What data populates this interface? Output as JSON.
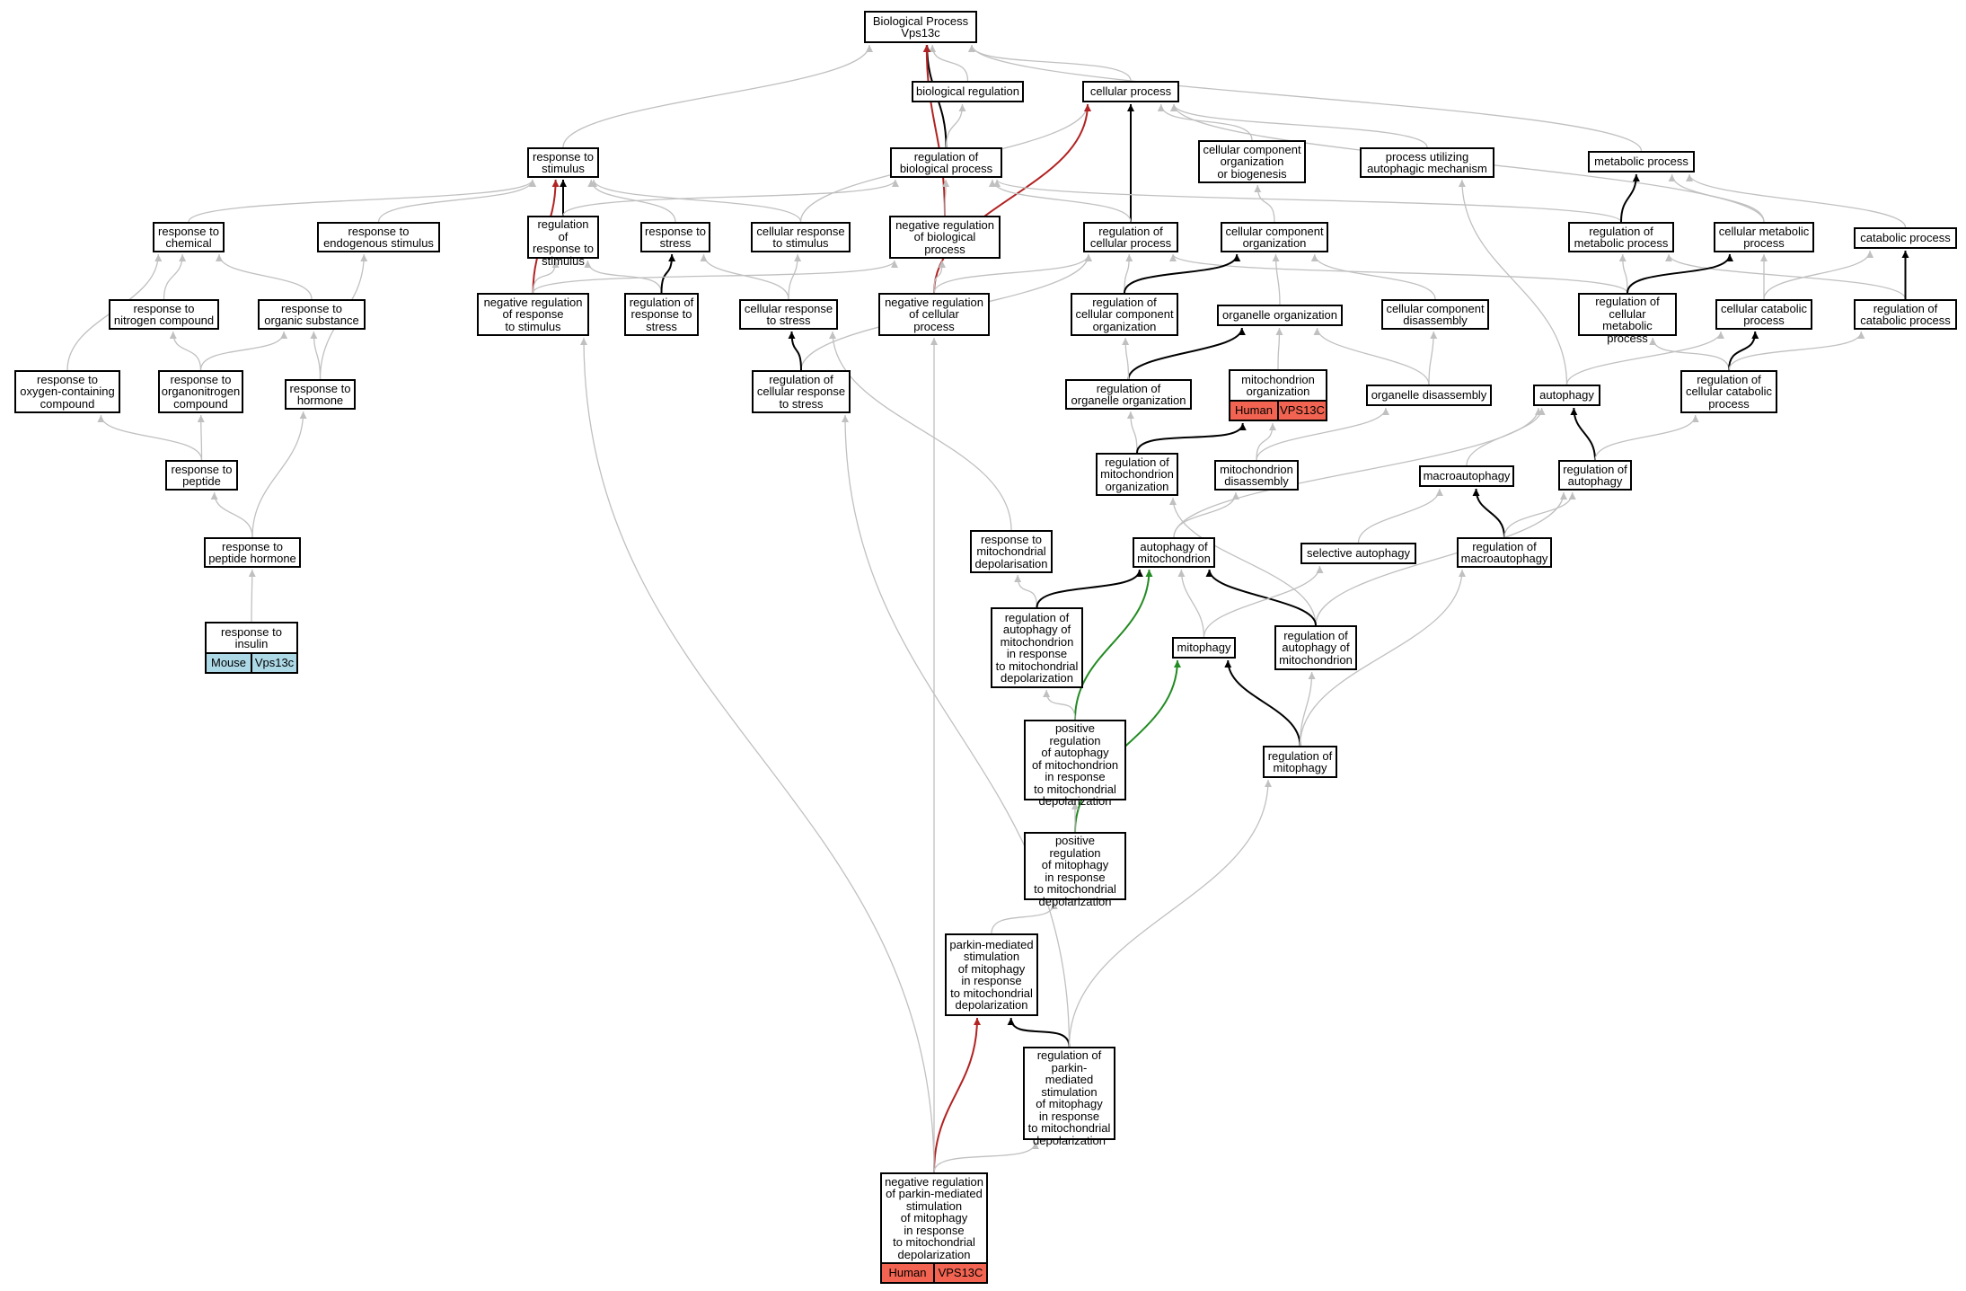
{
  "colors": {
    "gray": "#c0c0c0",
    "black": "#000000",
    "red": "#b22222",
    "green": "#228b22",
    "human": "#f26451",
    "mouse": "#add8e6"
  },
  "nodes": [
    {
      "id": "bp",
      "label": "Biological Process\nVps13c"
    },
    {
      "id": "bioreg",
      "label": "biological regulation"
    },
    {
      "id": "cellproc",
      "label": "cellular process"
    },
    {
      "id": "respstim",
      "label": "response to\nstimulus"
    },
    {
      "id": "regbio",
      "label": "regulation of\nbiological process"
    },
    {
      "id": "ccob",
      "label": "cellular component\norganization\nor biogenesis"
    },
    {
      "id": "puam",
      "label": "process utilizing\nautophagic mechanism"
    },
    {
      "id": "metab",
      "label": "metabolic process"
    },
    {
      "id": "respchem",
      "label": "response to\nchemical"
    },
    {
      "id": "respendo",
      "label": "response to\nendogenous stimulus"
    },
    {
      "id": "regresp",
      "label": "regulation of\nresponse to\nstimulus"
    },
    {
      "id": "respstress",
      "label": "response to\nstress"
    },
    {
      "id": "cellrespstim",
      "label": "cellular response\nto stimulus"
    },
    {
      "id": "negregbio",
      "label": "negative regulation\nof biological\nprocess"
    },
    {
      "id": "regcell",
      "label": "regulation of\ncellular process"
    },
    {
      "id": "cco",
      "label": "cellular component\norganization"
    },
    {
      "id": "regmetab",
      "label": "regulation of\nmetabolic process"
    },
    {
      "id": "cellmetab",
      "label": "cellular metabolic\nprocess"
    },
    {
      "id": "catab",
      "label": "catabolic process"
    },
    {
      "id": "respnitro",
      "label": "response to\nnitrogen compound"
    },
    {
      "id": "resporg",
      "label": "response to\norganic substance"
    },
    {
      "id": "negregresp",
      "label": "negative regulation\nof response\nto stimulus"
    },
    {
      "id": "regstress",
      "label": "regulation of\nresponse to\nstress"
    },
    {
      "id": "cellstress",
      "label": "cellular response\nto stress"
    },
    {
      "id": "negregcell",
      "label": "negative regulation\nof cellular\nprocess"
    },
    {
      "id": "regcco",
      "label": "regulation of\ncellular component\norganization"
    },
    {
      "id": "orgorg",
      "label": "organelle organization"
    },
    {
      "id": "ccd",
      "label": "cellular component\ndisassembly"
    },
    {
      "id": "regcellmetab",
      "label": "regulation of\ncellular metabolic\nprocess"
    },
    {
      "id": "cellcatab",
      "label": "cellular catabolic\nprocess"
    },
    {
      "id": "regcatab",
      "label": "regulation of\ncatabolic process"
    },
    {
      "id": "respoxy",
      "label": "response to\noxygen-containing\ncompound"
    },
    {
      "id": "resporgnitro",
      "label": "response to\norganonitrogen\ncompound"
    },
    {
      "id": "resphorm",
      "label": "response to\nhormone"
    },
    {
      "id": "regcellstress",
      "label": "regulation of\ncellular response\nto stress"
    },
    {
      "id": "regorgorg",
      "label": "regulation of\norganelle organization"
    },
    {
      "id": "mitoorg",
      "label": "mitochondrion\norganization",
      "ann": [
        "Human",
        "VPS13C"
      ],
      "annColor": "human"
    },
    {
      "id": "orgdis",
      "label": "organelle disassembly"
    },
    {
      "id": "autoph",
      "label": "autophagy"
    },
    {
      "id": "regcellcatab",
      "label": "regulation of\ncellular catabolic\nprocess"
    },
    {
      "id": "resppep",
      "label": "response to\npeptide"
    },
    {
      "id": "regmitoorg",
      "label": "regulation of\nmitochondrion\norganization"
    },
    {
      "id": "mitodis",
      "label": "mitochondrion\ndisassembly"
    },
    {
      "id": "macro",
      "label": "macroautophagy"
    },
    {
      "id": "regautoph",
      "label": "regulation of\nautophagy"
    },
    {
      "id": "resppephorm",
      "label": "response to\npeptide hormone"
    },
    {
      "id": "respmitodep",
      "label": "response to\nmitochondrial\ndepolarisation"
    },
    {
      "id": "automito",
      "label": "autophagy of\nmitochondrion"
    },
    {
      "id": "selauto",
      "label": "selective autophagy"
    },
    {
      "id": "regmacro",
      "label": "regulation of\nmacroautophagy"
    },
    {
      "id": "respins",
      "label": "response to\ninsulin",
      "ann": [
        "Mouse",
        "Vps13c"
      ],
      "annColor": "mouse"
    },
    {
      "id": "regautomitodep",
      "label": "regulation of\nautophagy of\nmitochondrion\nin response\nto mitochondrial\ndepolarization"
    },
    {
      "id": "mitoph",
      "label": "mitophagy"
    },
    {
      "id": "regautomito",
      "label": "regulation of\nautophagy of\nmitochondrion"
    },
    {
      "id": "posregautomito",
      "label": "positive regulation\nof autophagy\nof mitochondrion\nin response\nto mitochondrial\ndepolarization"
    },
    {
      "id": "regmitoph",
      "label": "regulation of\nmitophagy"
    },
    {
      "id": "posregmitoph",
      "label": "positive regulation\nof mitophagy\nin response\nto mitochondrial\ndepolarization"
    },
    {
      "id": "parkin",
      "label": "parkin-mediated\nstimulation\nof mitophagy\nin response\nto mitochondrial\ndepolarization"
    },
    {
      "id": "regparkin",
      "label": "regulation of\nparkin-mediated\nstimulation\nof mitophagy\nin response\nto mitochondrial\ndepolarization"
    },
    {
      "id": "negregparkin",
      "label": "negative regulation\nof parkin-mediated\nstimulation\nof mitophagy\nin response\nto mitochondrial\ndepolarization",
      "ann": [
        "Human",
        "VPS13C"
      ],
      "annColor": "human"
    }
  ],
  "edges": [
    [
      "bioreg",
      "bp",
      "gray"
    ],
    [
      "cellproc",
      "bp",
      "gray"
    ],
    [
      "respstim",
      "bp",
      "gray"
    ],
    [
      "metab",
      "bp",
      "gray"
    ],
    [
      "regbio",
      "bp",
      "black"
    ],
    [
      "negregbio",
      "bp",
      "red"
    ],
    [
      "regbio",
      "bioreg",
      "gray"
    ],
    [
      "ccob",
      "cellproc",
      "gray"
    ],
    [
      "puam",
      "cellproc",
      "gray"
    ],
    [
      "cellmetab",
      "cellproc",
      "gray"
    ],
    [
      "cellrespstim",
      "cellproc",
      "gray"
    ],
    [
      "regcell",
      "cellproc",
      "black"
    ],
    [
      "negregcell",
      "cellproc",
      "red"
    ],
    [
      "respchem",
      "respstim",
      "gray"
    ],
    [
      "respendo",
      "respstim",
      "gray"
    ],
    [
      "respstress",
      "respstim",
      "gray"
    ],
    [
      "cellrespstim",
      "respstim",
      "gray"
    ],
    [
      "regresp",
      "respstim",
      "black"
    ],
    [
      "negregresp",
      "respstim",
      "red"
    ],
    [
      "regresp",
      "regbio",
      "gray"
    ],
    [
      "negregbio",
      "regbio",
      "gray"
    ],
    [
      "regcell",
      "regbio",
      "gray"
    ],
    [
      "regmetab",
      "regbio",
      "gray"
    ],
    [
      "cco",
      "ccob",
      "gray"
    ],
    [
      "autoph",
      "puam",
      "gray"
    ],
    [
      "regmetab",
      "metab",
      "black"
    ],
    [
      "cellmetab",
      "metab",
      "gray"
    ],
    [
      "catab",
      "metab",
      "gray"
    ],
    [
      "respnitro",
      "respchem",
      "gray"
    ],
    [
      "resporg",
      "respchem",
      "gray"
    ],
    [
      "respoxy",
      "respchem",
      "gray"
    ],
    [
      "resphorm",
      "respendo",
      "gray"
    ],
    [
      "negregresp",
      "regresp",
      "gray"
    ],
    [
      "regstress",
      "regresp",
      "gray"
    ],
    [
      "regstress",
      "respstress",
      "black"
    ],
    [
      "cellstress",
      "respstress",
      "gray"
    ],
    [
      "cellstress",
      "cellrespstim",
      "gray"
    ],
    [
      "negregresp",
      "negregbio",
      "gray"
    ],
    [
      "negregcell",
      "negregbio",
      "gray"
    ],
    [
      "negregcell",
      "regcell",
      "gray"
    ],
    [
      "regcco",
      "regcell",
      "gray"
    ],
    [
      "regcellmetab",
      "regcell",
      "gray"
    ],
    [
      "regcellstress",
      "regcell",
      "gray"
    ],
    [
      "regcco",
      "cco",
      "black"
    ],
    [
      "orgorg",
      "cco",
      "gray"
    ],
    [
      "ccd",
      "cco",
      "gray"
    ],
    [
      "regcellmetab",
      "regmetab",
      "gray"
    ],
    [
      "regcatab",
      "regmetab",
      "gray"
    ],
    [
      "regcellmetab",
      "cellmetab",
      "black"
    ],
    [
      "cellcatab",
      "cellmetab",
      "gray"
    ],
    [
      "regcatab",
      "catab",
      "black"
    ],
    [
      "cellcatab",
      "catab",
      "gray"
    ],
    [
      "resporgnitro",
      "respnitro",
      "gray"
    ],
    [
      "resporgnitro",
      "resporg",
      "gray"
    ],
    [
      "resphorm",
      "resporg",
      "gray"
    ],
    [
      "regcellstress",
      "cellstress",
      "black"
    ],
    [
      "respmitodep",
      "cellstress",
      "gray"
    ],
    [
      "regorgorg",
      "orgorg",
      "black"
    ],
    [
      "mitoorg",
      "orgorg",
      "gray"
    ],
    [
      "orgdis",
      "orgorg",
      "gray"
    ],
    [
      "orgdis",
      "ccd",
      "gray"
    ],
    [
      "regcellcatab",
      "regcellmetab",
      "gray"
    ],
    [
      "autoph",
      "cellcatab",
      "gray"
    ],
    [
      "regcellcatab",
      "cellcatab",
      "black"
    ],
    [
      "regcellcatab",
      "regcatab",
      "gray"
    ],
    [
      "resppep",
      "respoxy",
      "gray"
    ],
    [
      "resppep",
      "resporgnitro",
      "gray"
    ],
    [
      "resppephorm",
      "resphorm",
      "gray"
    ],
    [
      "regorgorg",
      "regcco",
      "gray"
    ],
    [
      "regmitoorg",
      "regorgorg",
      "gray"
    ],
    [
      "regmitoorg",
      "mitoorg",
      "black"
    ],
    [
      "mitodis",
      "mitoorg",
      "gray"
    ],
    [
      "mitodis",
      "orgdis",
      "gray"
    ],
    [
      "macro",
      "autoph",
      "gray"
    ],
    [
      "automito",
      "autoph",
      "gray"
    ],
    [
      "regautoph",
      "autoph",
      "black"
    ],
    [
      "regautoph",
      "regcellcatab",
      "gray"
    ],
    [
      "resppephorm",
      "resppep",
      "gray"
    ],
    [
      "regautomito",
      "regmitoorg",
      "gray"
    ],
    [
      "automito",
      "mitodis",
      "gray"
    ],
    [
      "selauto",
      "macro",
      "gray"
    ],
    [
      "regmacro",
      "macro",
      "black"
    ],
    [
      "regmacro",
      "regautoph",
      "gray"
    ],
    [
      "regautomito",
      "regautoph",
      "gray"
    ],
    [
      "respins",
      "resppephorm",
      "gray"
    ],
    [
      "regautomitodep",
      "respmitodep",
      "gray"
    ],
    [
      "mitoph",
      "automito",
      "gray"
    ],
    [
      "regautomitodep",
      "automito",
      "black"
    ],
    [
      "regautomito",
      "automito",
      "black"
    ],
    [
      "posregautomito",
      "automito",
      "green"
    ],
    [
      "mitoph",
      "selauto",
      "gray"
    ],
    [
      "regmitoph",
      "regmacro",
      "gray"
    ],
    [
      "posregautomito",
      "regautomitodep",
      "gray"
    ],
    [
      "regmitoph",
      "mitoph",
      "black"
    ],
    [
      "posregmitoph",
      "mitoph",
      "green"
    ],
    [
      "regmitoph",
      "regautomito",
      "gray"
    ],
    [
      "posregmitoph",
      "posregautomito",
      "gray"
    ],
    [
      "parkin",
      "posregmitoph",
      "gray"
    ],
    [
      "regparkin",
      "parkin",
      "black"
    ],
    [
      "negregparkin",
      "parkin",
      "red"
    ],
    [
      "regparkin",
      "regcellstress",
      "gray"
    ],
    [
      "regparkin",
      "regmitoph",
      "gray"
    ],
    [
      "negregparkin",
      "regparkin",
      "gray"
    ],
    [
      "negregparkin",
      "negregresp",
      "gray"
    ],
    [
      "negregparkin",
      "negregcell",
      "gray"
    ]
  ]
}
